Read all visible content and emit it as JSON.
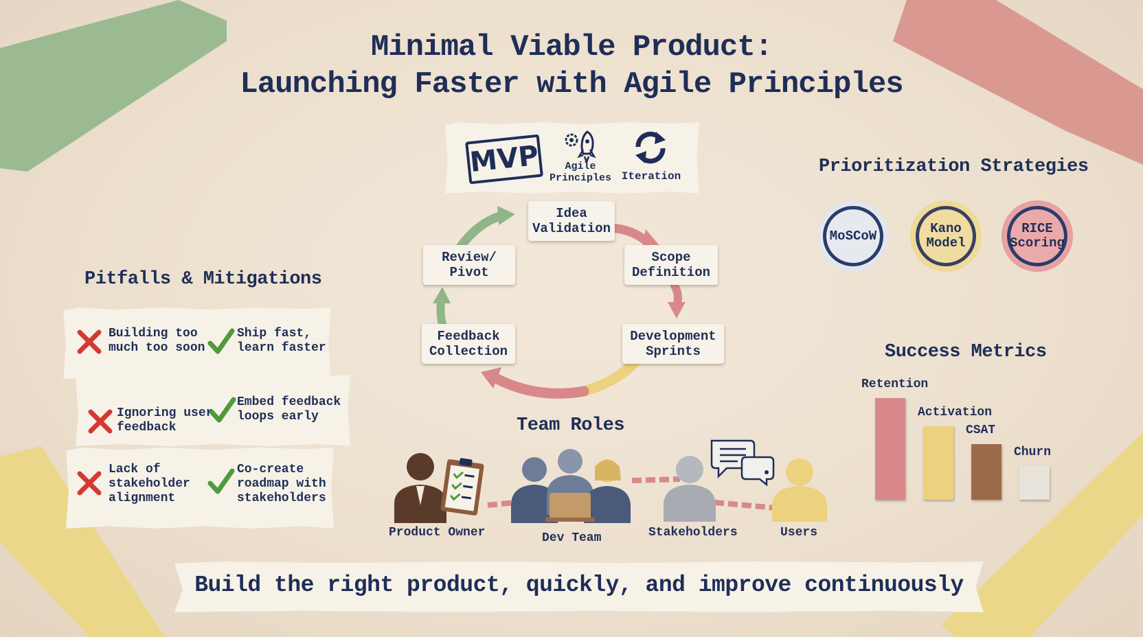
{
  "title": {
    "line1": "Minimal Viable Product:",
    "line2": "Launching Faster with Agile Principles"
  },
  "header_card": {
    "badge": "MVP",
    "agile": "Agile\nPrinciples",
    "iteration": "Iteration"
  },
  "cycle": {
    "steps": [
      "Idea\nValidation",
      "Scope\nDefinition",
      "Development\nSprints",
      "Feedback\nCollection",
      "Review/\nPivot"
    ]
  },
  "pitfalls": {
    "heading": "Pitfalls & Mitigations",
    "rows": [
      {
        "pitfall": "Building too\nmuch too soon",
        "mitigation": "Ship fast,\nlearn faster"
      },
      {
        "pitfall": "Ignoring user\nfeedback",
        "mitigation": "Embed feedback\nloops early"
      },
      {
        "pitfall": "Lack of\nstakeholder\nalignment",
        "mitigation": "Co-create\nroadmap with\nstakeholders"
      }
    ]
  },
  "team": {
    "heading": "Team Roles",
    "roles": [
      "Product Owner",
      "Dev Team",
      "Stakeholders",
      "Users"
    ]
  },
  "prioritization": {
    "heading": "Prioritization Strategies",
    "stamps": [
      "MoSCoW",
      "Kano\nModel",
      "RICE\nScoring"
    ]
  },
  "metrics": {
    "heading": "Success Metrics",
    "items": [
      {
        "label": "Retention",
        "level": 1.0,
        "color": "#d9888a"
      },
      {
        "label": "Activation",
        "level": 0.72,
        "color": "#ecd27e"
      },
      {
        "label": "CSAT",
        "level": 0.55,
        "color": "#9a6a4b"
      },
      {
        "label": "Churn",
        "level": 0.33,
        "color": "#e8e4dc"
      }
    ]
  },
  "banner": "Build the right product, quickly, and improve continuously",
  "colors": {
    "navy": "#1f2e57",
    "red_x": "#d23a33",
    "green_check": "#4f9a3c",
    "tape_green": "#8fb588",
    "tape_red": "#d78e88",
    "tape_yellow": "#ecd77f"
  }
}
